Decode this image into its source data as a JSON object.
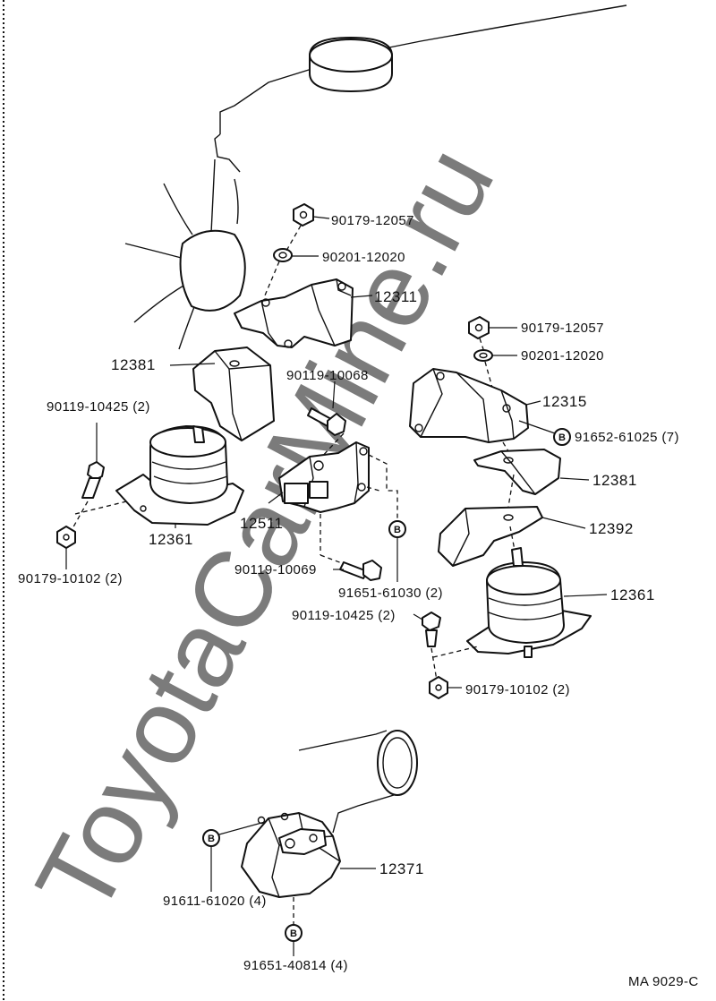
{
  "watermark": "ToyotaCarMine.ru",
  "diagram_code": "MA 9029-C",
  "labels": {
    "nut_12057_upper": "90179-12057",
    "washer_12020_upper": "90201-12020",
    "insulator_12311": "12311",
    "insulator_12381_left": "12381",
    "bolt_10068": "90119-10068",
    "bolt_10425_left": "90119-10425  (2)",
    "bracket_12511": "12511",
    "mount_12361_left": "12361",
    "nut_10102_left": "90179-10102  (2)",
    "bolt_10069": "90119-10069",
    "bolt_61030": "91651-61030  (2)",
    "bolt_10425_right": "90119-10425  (2)",
    "nut_10102_right": "90179-10102  (2)",
    "nut_12057_right": "90179-12057",
    "washer_12020_right": "90201-12020",
    "bracket_12315": "12315",
    "bolt_61025": "91652-61025  (7)",
    "insulator_12381_right": "12381",
    "bracket_12392": "12392",
    "mount_12361_right": "12361",
    "rear_mount_12371": "12371",
    "bolt_61020": "91611-61020  (4)",
    "bolt_40814": "91651-40814  (4)"
  },
  "markers": {
    "b": "B"
  }
}
